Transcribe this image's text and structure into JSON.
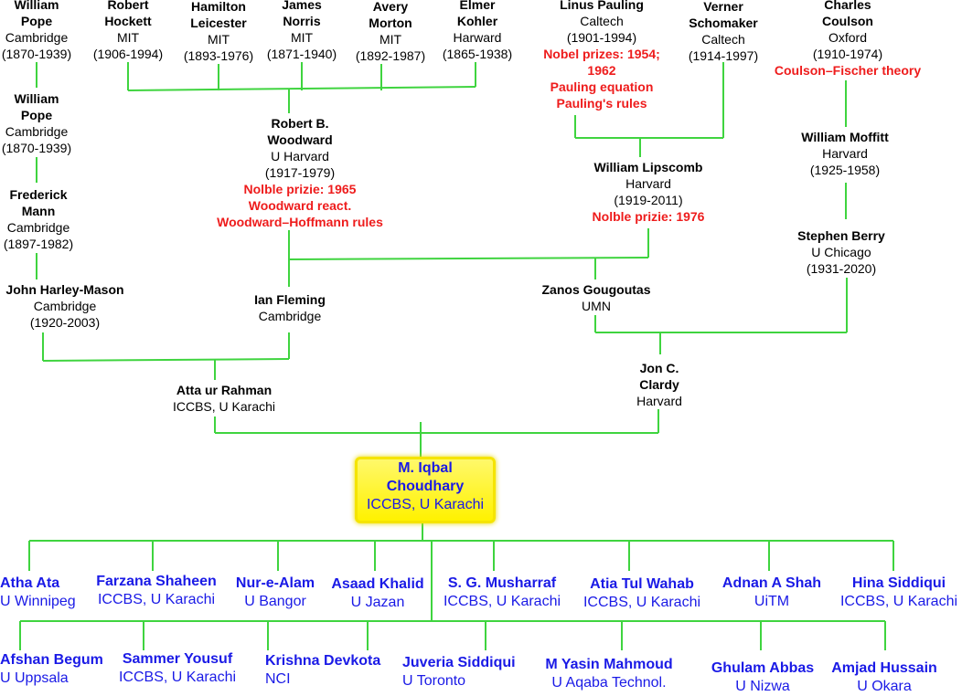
{
  "nodes": {
    "pope_top": {
      "name": "William Pope",
      "affil": "Cambridge",
      "years": "(1870-1939)"
    },
    "hockett": {
      "name": "Robert Hockett",
      "affil": "MIT",
      "years": "(1906-1994)"
    },
    "leicester": {
      "name": "Hamilton Leicester",
      "affil": "MIT",
      "years": "(1893-1976)"
    },
    "norris": {
      "name": "James Norris",
      "affil": "MIT",
      "years": "(1871-1940)"
    },
    "morton": {
      "name": "Avery Morton",
      "affil": "MIT",
      "years": "(1892-1987)"
    },
    "kohler": {
      "name": "Elmer Kohler",
      "affil": "Harward",
      "years": "(1865-1938)"
    },
    "pauling": {
      "name": "Linus Pauling",
      "affil": "Caltech",
      "years": "(1901-1994)",
      "award1": "Nobel prizes: 1954;",
      "award2": "1962",
      "award3": "Pauling equation",
      "award4": "Pauling's rules"
    },
    "schomaker": {
      "name": "Verner Schomaker",
      "affil": "Caltech",
      "years": "(1914-1997)"
    },
    "coulson": {
      "name": "Charles Coulson",
      "affil": "Oxford",
      "years": "(1910-1974)",
      "award1": "Coulson–Fischer theory"
    },
    "pope": {
      "name": "William Pope",
      "affil": "Cambridge",
      "years": "(1870-1939)"
    },
    "woodward": {
      "name": "Robert B. Woodward",
      "affil": "U Harvard",
      "years": "(1917-1979)",
      "award1": "Nolble prizie: 1965",
      "award2": "Woodward react.",
      "award3": "Woodward–Hoffmann rules"
    },
    "moffitt": {
      "name": "William Moffitt",
      "affil": "Harvard",
      "years": "(1925-1958)"
    },
    "mann": {
      "name": "Frederick Mann",
      "affil": "Cambridge",
      "years": "(1897-1982)"
    },
    "lipscomb": {
      "name": "William Lipscomb",
      "affil": "Harvard",
      "years": "(1919-2011)",
      "award1": "Nolble prizie: 1976"
    },
    "berry": {
      "name": "Stephen Berry",
      "affil": "U Chicago",
      "years": "(1931-2020)"
    },
    "harley": {
      "name": "John Harley-Mason",
      "affil": "Cambridge",
      "years": "(1920-2003)"
    },
    "fleming": {
      "name": "Ian Fleming",
      "affil": "Cambridge"
    },
    "gougoutas": {
      "name": "Zanos Gougoutas",
      "affil": "UMN"
    },
    "rahman": {
      "name": "Atta ur Rahman",
      "affil": "ICCBS, U Karachi"
    },
    "clardy": {
      "name": "Jon C. Clardy",
      "affil": "Harvard"
    },
    "center": {
      "name1": "M. Iqbal",
      "name2": "Choudhary",
      "affil": "ICCBS, U Karachi"
    }
  },
  "students_row1": [
    {
      "name": "Atha Ata",
      "affil": "U Winnipeg"
    },
    {
      "name": "Farzana Shaheen",
      "affil": "ICCBS, U Karachi"
    },
    {
      "name": "Nur-e-Alam",
      "affil": "U Bangor"
    },
    {
      "name": "Asaad Khalid",
      "affil": "U Jazan"
    },
    {
      "name": "S. G. Musharraf",
      "affil": "ICCBS, U Karachi"
    },
    {
      "name": "Atia Tul Wahab",
      "affil": "ICCBS, U Karachi"
    },
    {
      "name": "Adnan A Shah",
      "affil": "UiTM"
    },
    {
      "name": "Hina Siddiqui",
      "affil": "ICCBS, U Karachi"
    }
  ],
  "students_row2": [
    {
      "name": "Afshan Begum",
      "affil": "U Uppsala"
    },
    {
      "name": "Sammer Yousuf",
      "affil": "ICCBS, U Karachi"
    },
    {
      "name": "Krishna Devkota",
      "affil": "NCI"
    },
    {
      "name": "Juveria Siddiqui",
      "affil": "U Toronto"
    },
    {
      "name": "M Yasin Mahmoud",
      "affil": "U Aqaba Technol."
    },
    {
      "name": "Ghulam Abbas",
      "affil": "U Nizwa"
    },
    {
      "name": "Amjad Hussain",
      "affil": "U Okara"
    }
  ],
  "colors": {
    "line": "#3fd43f",
    "award": "#ee1c1c",
    "student": "#1a1ae6",
    "center_box": "#fff200"
  }
}
